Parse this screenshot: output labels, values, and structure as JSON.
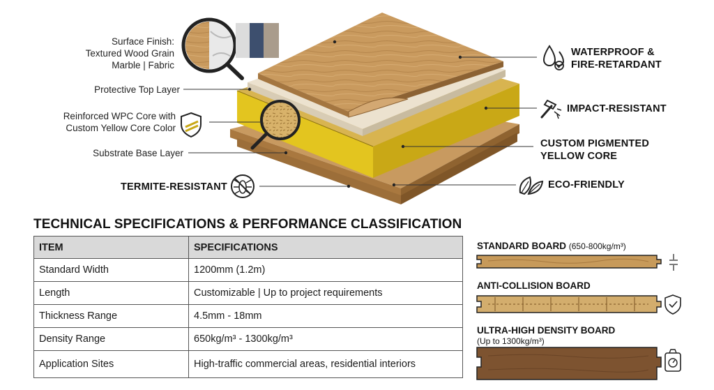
{
  "diagram": {
    "left_labels": {
      "surface_finish": [
        "Surface Finish:",
        "Textured Wood Grain",
        "Marble | Fabric"
      ],
      "protective_top": "Protective Top Layer",
      "wpc_core": [
        "Reinforced WPC Core with",
        "Custom Yellow Core Color"
      ],
      "substrate": "Substrate Base Layer",
      "termite": "TERMITE-RESISTANT"
    },
    "right_labels": {
      "waterproof": [
        "WATERPROOF &",
        "FIRE-RETARDANT"
      ],
      "impact": "IMPACT-RESISTANT",
      "yellow_core": [
        "CUSTOM PIGMENTED",
        "YELLOW CORE"
      ],
      "eco": "ECO-FRIENDLY"
    },
    "icons": [
      "magnifier-icon",
      "shield-icon",
      "bug-crossed-icon",
      "water-drop-icon",
      "hammer-icon",
      "leaf-icon",
      "shield-check-icon",
      "scale-icon"
    ],
    "colors": {
      "wood": "#c99a5e",
      "core": "#e2c21e",
      "backing": "#e9ddc8"
    }
  },
  "specs": {
    "title": "TECHNICAL SPECIFICATIONS & PERFORMANCE CLASSIFICATION",
    "headers": [
      "ITEM",
      "SPECIFICATIONS"
    ],
    "rows": [
      [
        "Standard Width",
        "1200mm (1.2m)"
      ],
      [
        "Length",
        "Customizable | Up to project requirements"
      ],
      [
        "Thickness Range",
        "4.5mm - 18mm"
      ],
      [
        "Density Range",
        "650kg/m³ - 1300kg/m³"
      ],
      [
        "Application Sites",
        "High-traffic commercial areas, residential interiors"
      ]
    ]
  },
  "boards": {
    "standard": {
      "title": "STANDARD BOARD",
      "sub": "(650-800kg/m³)"
    },
    "anti": {
      "title": "ANTI-COLLISION BOARD"
    },
    "ultra": {
      "title": "ULTRA-HIGH DENSITY BOARD",
      "sub": "(Up to 1300kg/m³)"
    }
  }
}
